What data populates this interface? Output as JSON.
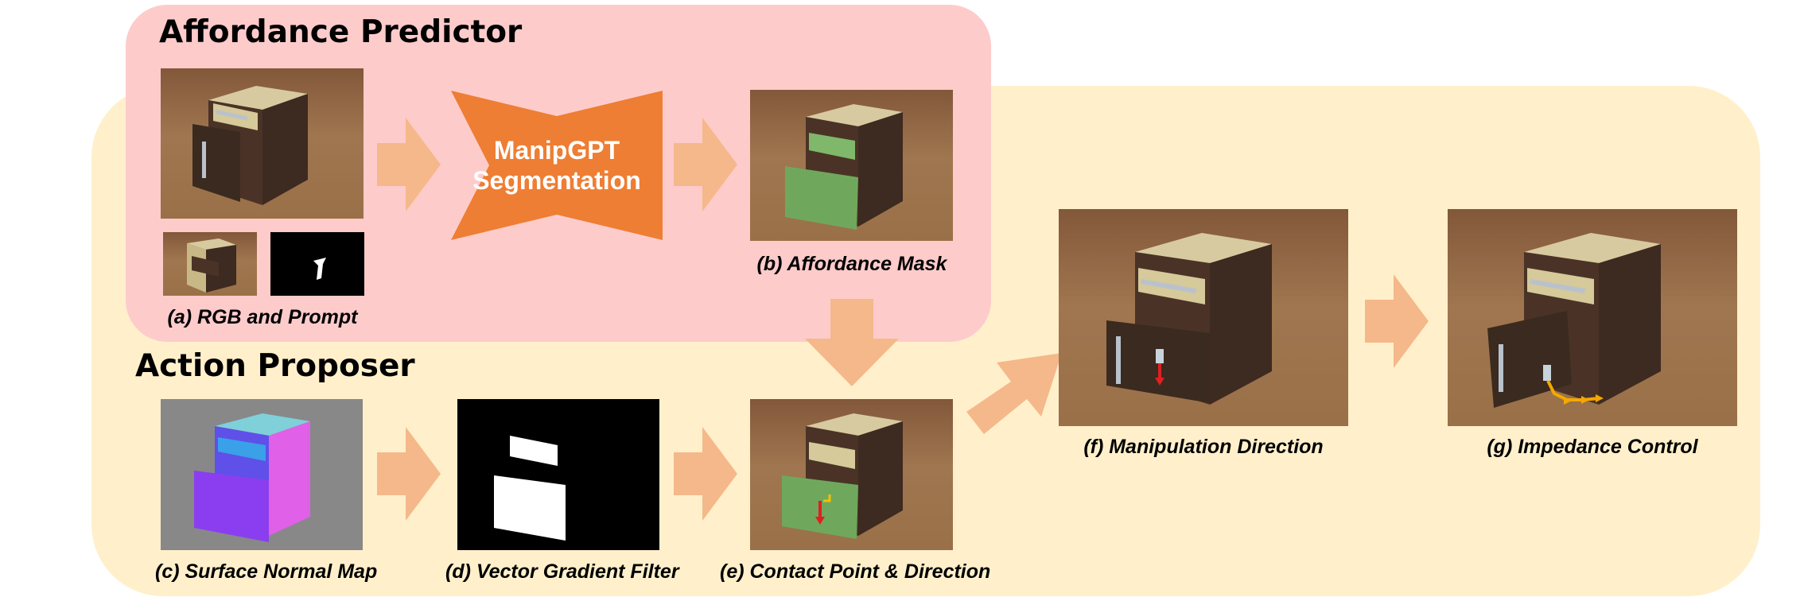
{
  "sections": {
    "affordance_predictor": "Affordance Predictor",
    "action_proposer": "Action Proposer"
  },
  "model": {
    "line1": "ManipGPT",
    "line2": "Segmentation"
  },
  "captions": {
    "a": "(a) RGB and Prompt",
    "b": "(b) Affordance Mask",
    "c": "(c) Surface Normal Map",
    "d": "(d) Vector Gradient Filter",
    "e": "(e) Contact Point & Direction",
    "f": "(f) Manipulation Direction",
    "g": "(g) Impedance Control"
  },
  "colors": {
    "pink_region": "#fecbcb",
    "yellow_region": "#fff0cb",
    "arrow": "#f5b88a",
    "model_block": "#ee7e33",
    "mask_green": "#6fa85c",
    "direction_red": "#e02020",
    "impedance_orange": "#f4a800"
  }
}
